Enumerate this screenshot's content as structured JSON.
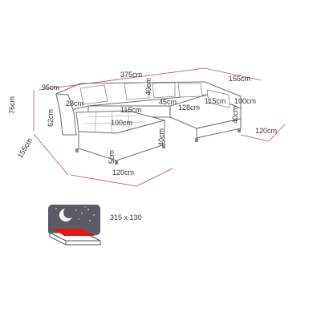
{
  "colors": {
    "line": "#5a5a5a",
    "dimension_line": "#c0505a",
    "sofa_fill": "#ffffff",
    "sofa_stroke": "#6e6e6e",
    "legs": "#8a8a8a",
    "night_bg": "#5b5b66",
    "mattress": "#e01818",
    "text": "#333333"
  },
  "dimensions": {
    "overall_length": "375cm",
    "right_depth_top": "155cm",
    "height": "76cm",
    "left_depth": "155cm",
    "arm_height_left": "95cm",
    "arm_depth": "28cm",
    "back_height_left": "62cm",
    "seat_depth_left": "115cm",
    "seat_height_mid": "40cm",
    "seat_depth_mid": "45cm",
    "middle_length": "128cm",
    "seat_depth_right": "115cm",
    "right_arm_depth": "100cm",
    "right_seat_height": "40cm",
    "right_width": "120cm",
    "left_chaise_length": "100cm",
    "chaise_height": "40cm",
    "leg_height": "5cm",
    "left_width": "120cm"
  },
  "bed": {
    "icon": "moon-stars-icon",
    "size_label": "315 x 130"
  }
}
